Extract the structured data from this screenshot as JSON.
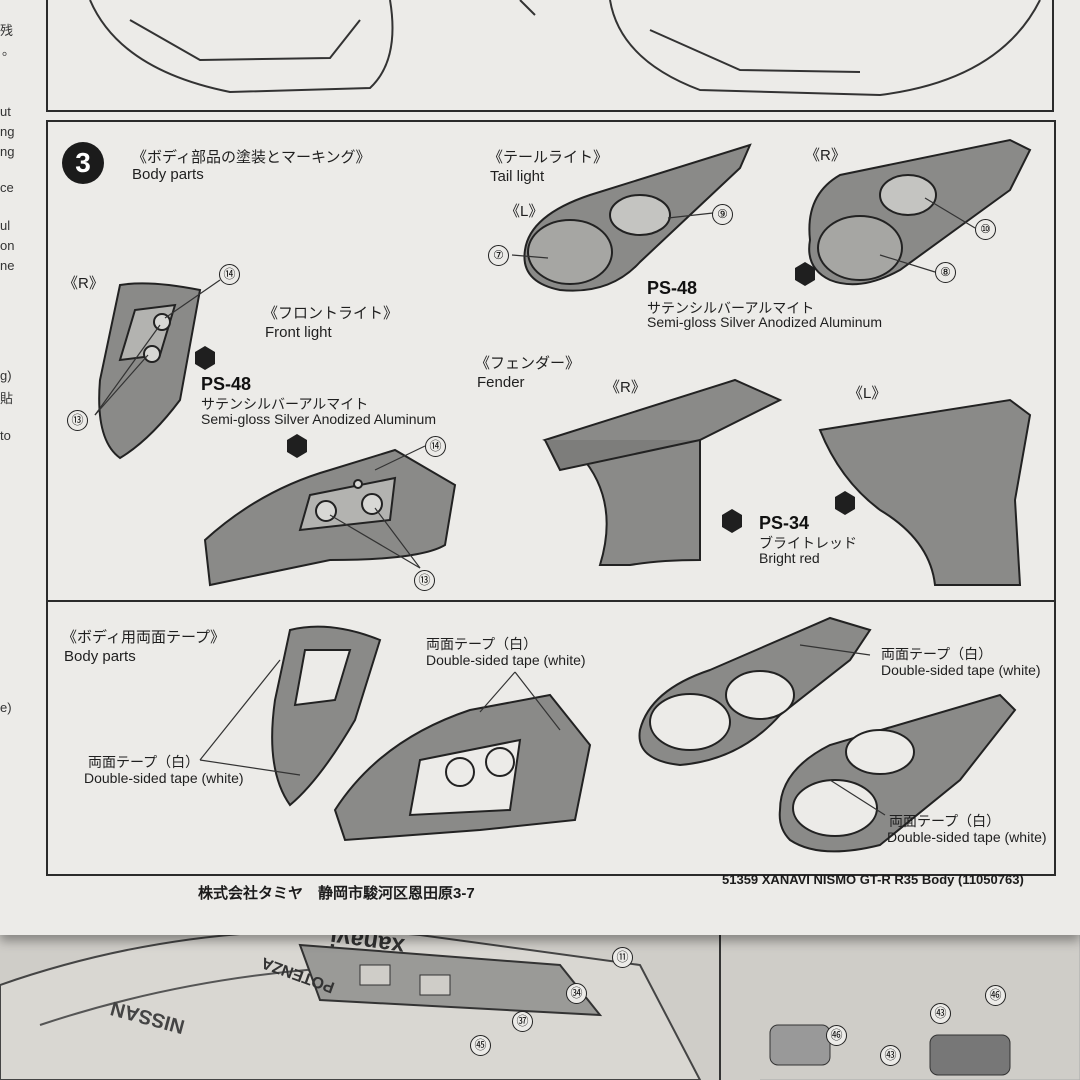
{
  "step": {
    "number": "3",
    "title_jp": "《ボディ部品の塗装とマーキング》",
    "title_en": "Body parts"
  },
  "tail_light": {
    "title_jp": "《テールライト》",
    "title_en": "Tail light",
    "left_label": "《L》",
    "right_label": "《R》",
    "parts": [
      "⑦",
      "⑨",
      "⑩",
      "⑧"
    ],
    "paint": {
      "code": "PS-48",
      "name_jp": "サテンシルバーアルマイト",
      "name_en": "Semi-gloss Silver Anodized Aluminum"
    }
  },
  "front_light": {
    "title_jp": "《フロントライト》",
    "title_en": "Front light",
    "right_label": "《R》",
    "parts": [
      "⑭",
      "⑬",
      "⑭",
      "⑬"
    ],
    "paint": {
      "code": "PS-48",
      "name_jp": "サテンシルバーアルマイト",
      "name_en": "Semi-gloss Silver Anodized Aluminum"
    }
  },
  "fender": {
    "title_jp": "《フェンダー》",
    "title_en": "Fender",
    "right_label": "《R》",
    "left_label": "《L》",
    "paint": {
      "code": "PS-34",
      "name_jp": "ブライトレッド",
      "name_en": "Bright red"
    }
  },
  "tape": {
    "title_jp": "《ボディ用両面テープ》",
    "title_en": "Body parts",
    "labels": [
      {
        "jp": "両面テープ（白）",
        "en": "Double-sided tape (white)"
      },
      {
        "jp": "両面テープ（白）",
        "en": "Double-sided tape (white)"
      },
      {
        "jp": "両面テープ（白）",
        "en": "Double-sided tape (white)"
      },
      {
        "jp": "両面テープ（白）",
        "en": "Double-sided tape (white)"
      }
    ]
  },
  "footer": {
    "company": "株式会社タミヤ　静岡市駿河区恩田原3-7",
    "product": "51359 XANAVI NISMO GT-R R35 Body (11050763)"
  },
  "margin_fragments": [
    "残",
    "。",
    "ut",
    "ng",
    "ng",
    "ce",
    "ul",
    "on",
    "ne",
    "g)",
    "貼",
    "to",
    "e)"
  ],
  "lower_sheet_parts": [
    "⑪",
    "㉞",
    "㊲",
    "㊺",
    "㊻",
    "㊻",
    "㊸",
    "㊸"
  ],
  "lower_sheet_text": [
    "xanavi",
    "POTENZA",
    "NISSAN"
  ]
}
